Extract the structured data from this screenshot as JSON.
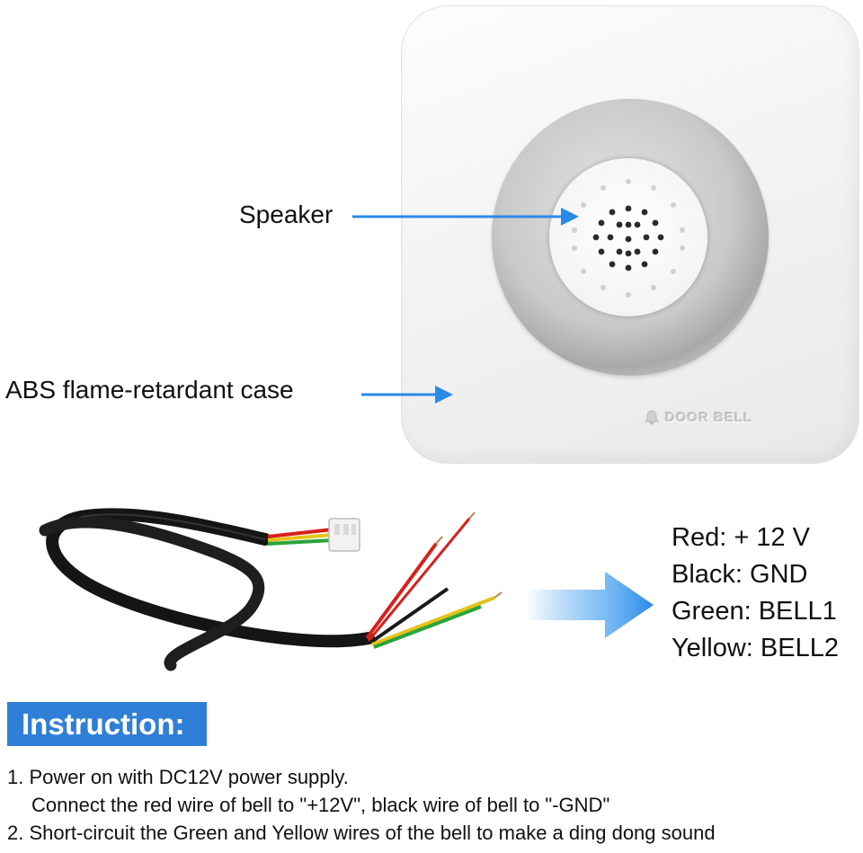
{
  "product": {
    "brand_text": "DOOR BELL",
    "speaker_label": "Speaker",
    "case_label": "ABS flame-retardant case",
    "icons": [
      "bell-icon",
      "arrow-icon"
    ]
  },
  "wires": [
    {
      "label": "Red: + 12 V"
    },
    {
      "label": "Black: GND"
    },
    {
      "label": "Green: BELL1"
    },
    {
      "label": "Yellow: BELL2"
    }
  ],
  "instruction": {
    "title": "Instruction:",
    "steps": [
      {
        "line1": "1. Power on with DC12V  power supply.",
        "line2": "Connect the red wire of bell to \"+12V\", black wire of bell to \"-GND\""
      },
      {
        "line1": "2. Short-circuit the Green and Yellow wires of the bell  to make a ding dong sound"
      }
    ]
  },
  "colors": {
    "accent_blue": "#2f7fd6",
    "arrow_blue": "#2a8ae8",
    "wire_red": "#d8201c",
    "wire_black": "#1a1a1a",
    "wire_green": "#2aa43a",
    "wire_yellow": "#e6c21a"
  }
}
